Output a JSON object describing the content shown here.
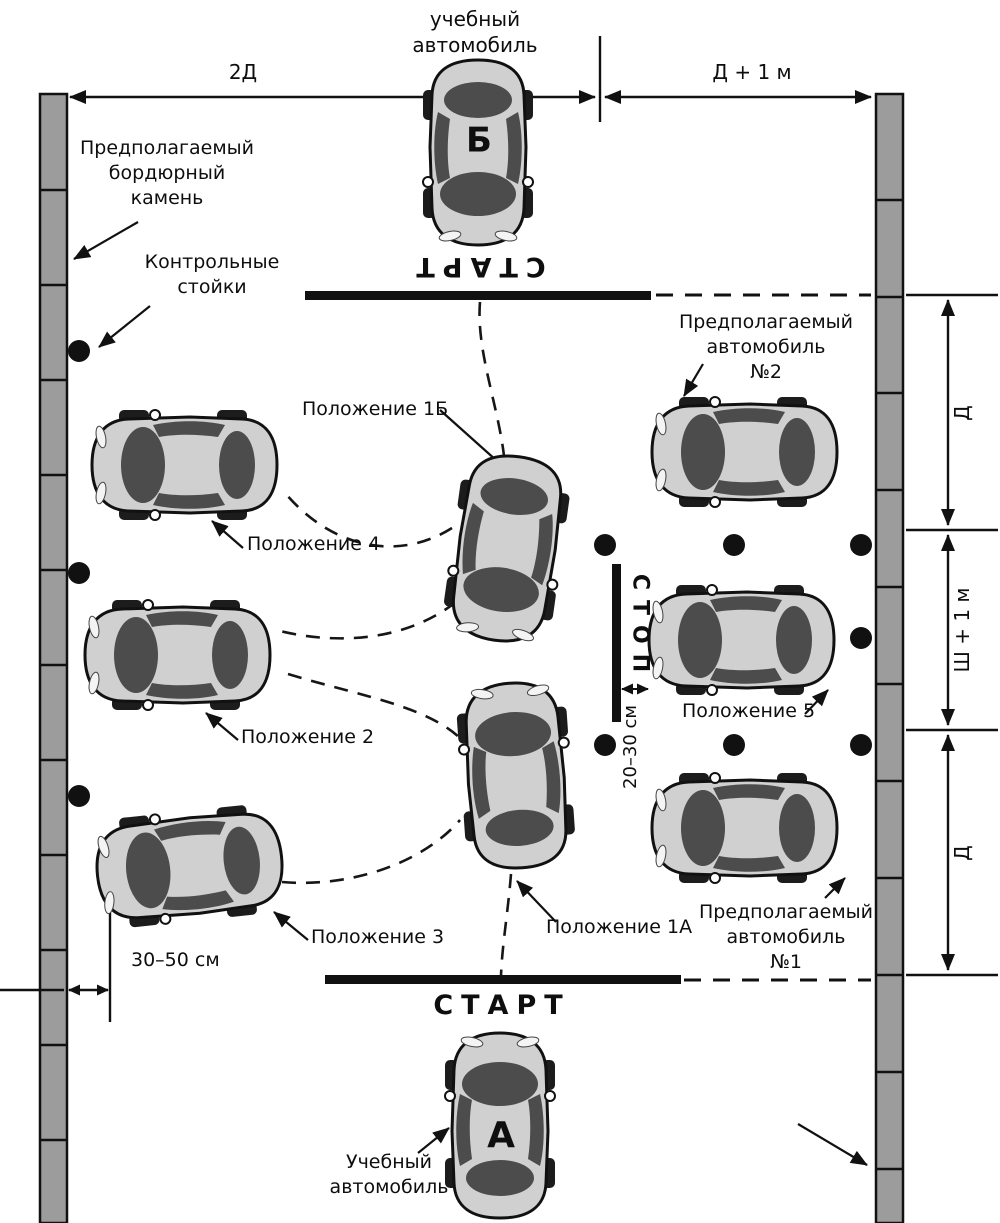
{
  "colors": {
    "curb": "#9c9c9c",
    "car_body": "#d0d0d0",
    "car_glass": "#4c4c4c",
    "ink": "#111111"
  },
  "labels": {
    "training_car_top": "учебный\nавтомобиль",
    "dim_2d": "2Д",
    "dim_d_plus_1m": "Д + 1 м",
    "start_top": "СТАРТ",
    "assumed_curb_left": "Предполагаемый\nбордюрный\nкамень",
    "control_posts": "Контрольные\nстойки",
    "assumed_car_2": "Предполагаемый\nавтомобиль\n№2",
    "position_1b": "Положение 1Б",
    "position_4": "Положение 4",
    "position_2": "Положение 2",
    "position_3": "Положение 3",
    "position_1a": "Положение 1А",
    "position_5": "Положение 5",
    "assumed_car_1": "Предполагаемый\nавтомобиль\n№1",
    "stop": "СТОП",
    "dim_20_30cm": "20–30 см",
    "dim_d_top": "Д",
    "dim_sh_plus_1m": "Ш + 1 м",
    "dim_d_bottom": "Д",
    "dim_30_50cm": "30–50 см",
    "start_bottom": "СТАРТ",
    "training_car_bottom": "Учебный\nавтомобиль",
    "car_b_letter": "Б",
    "car_a_letter": "А"
  }
}
